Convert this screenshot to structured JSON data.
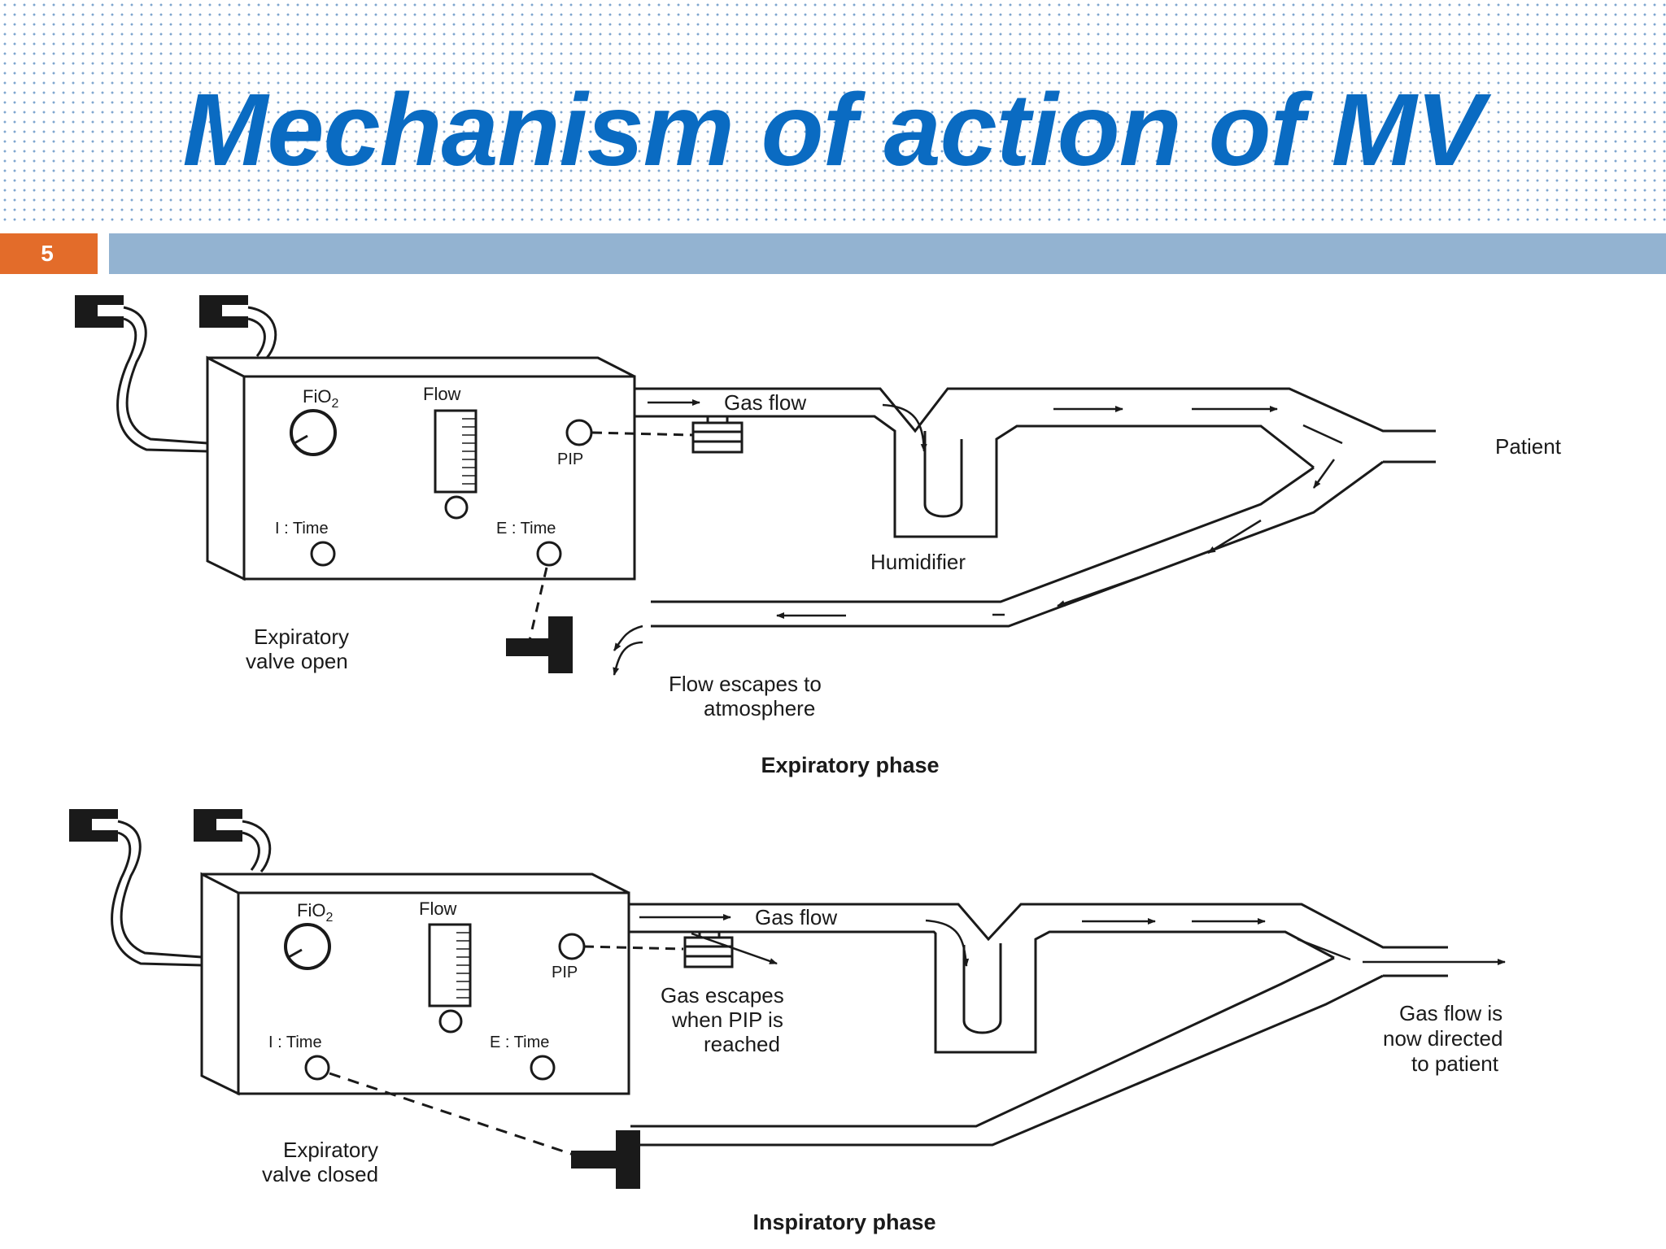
{
  "slide": {
    "title": "Mechanism of action of MV",
    "number": "5"
  },
  "expiratory": {
    "fio2": "FiO",
    "fio2_sub": "2",
    "flow": "Flow",
    "pip": "PIP",
    "i_time": "I : Time",
    "e_time": "E : Time",
    "gas_flow": "Gas flow",
    "humidifier": "Humidifier",
    "patient": "Patient",
    "valve_line1": "Expiratory",
    "valve_line2": "valve open",
    "escape_line1": "Flow escapes to",
    "escape_line2": "atmosphere",
    "caption": "Expiratory phase"
  },
  "inspiratory": {
    "fio2": "FiO",
    "fio2_sub": "2",
    "flow": "Flow",
    "pip": "PIP",
    "i_time": "I : Time",
    "e_time": "E : Time",
    "gas_flow": "Gas flow",
    "pip_line1": "Gas escapes",
    "pip_line2": "when PIP is",
    "pip_line3": "reached",
    "patient_line1": "Gas flow is",
    "patient_line2": "now directed",
    "patient_line3": "to patient",
    "valve_line1": "Expiratory",
    "valve_line2": "valve closed",
    "caption": "Inspiratory phase"
  }
}
